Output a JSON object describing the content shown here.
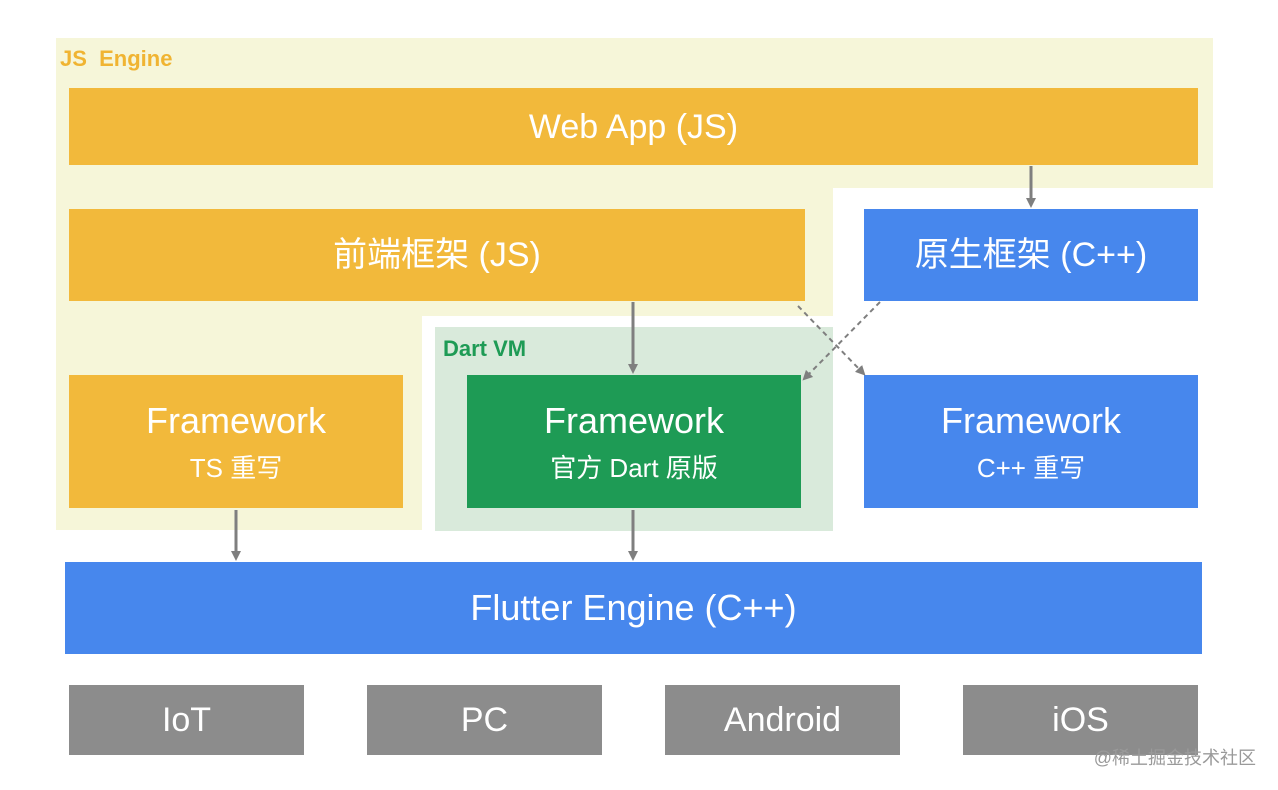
{
  "colors": {
    "js_region": "#f6f6d9",
    "dart_region": "#d9eadb",
    "orange": "#f2b93b",
    "blue": "#4787ed",
    "green": "#1e9b55",
    "gray": "#8c8c8c",
    "js_label": "#f0b432",
    "dart_label": "#1e9b55",
    "arrow": "#7f7f7f"
  },
  "regions": {
    "js_engine": {
      "label": "JS  Engine"
    },
    "dart_vm": {
      "label": "Dart VM"
    }
  },
  "boxes": {
    "web_app": {
      "title": "Web App (JS)"
    },
    "frontend_framework": {
      "title": "前端框架 (JS)"
    },
    "native_framework": {
      "title": "原生框架 (C++)"
    },
    "framework_ts": {
      "title": "Framework",
      "subtitle": "TS 重写"
    },
    "framework_dart": {
      "title": "Framework",
      "subtitle": "官方 Dart 原版"
    },
    "framework_cpp": {
      "title": "Framework",
      "subtitle": "C++ 重写"
    },
    "flutter_engine": {
      "title": "Flutter Engine (C++)"
    }
  },
  "platforms": [
    "IoT",
    "PC",
    "Android",
    "iOS"
  ],
  "watermark": "@稀土掘金技术社区"
}
